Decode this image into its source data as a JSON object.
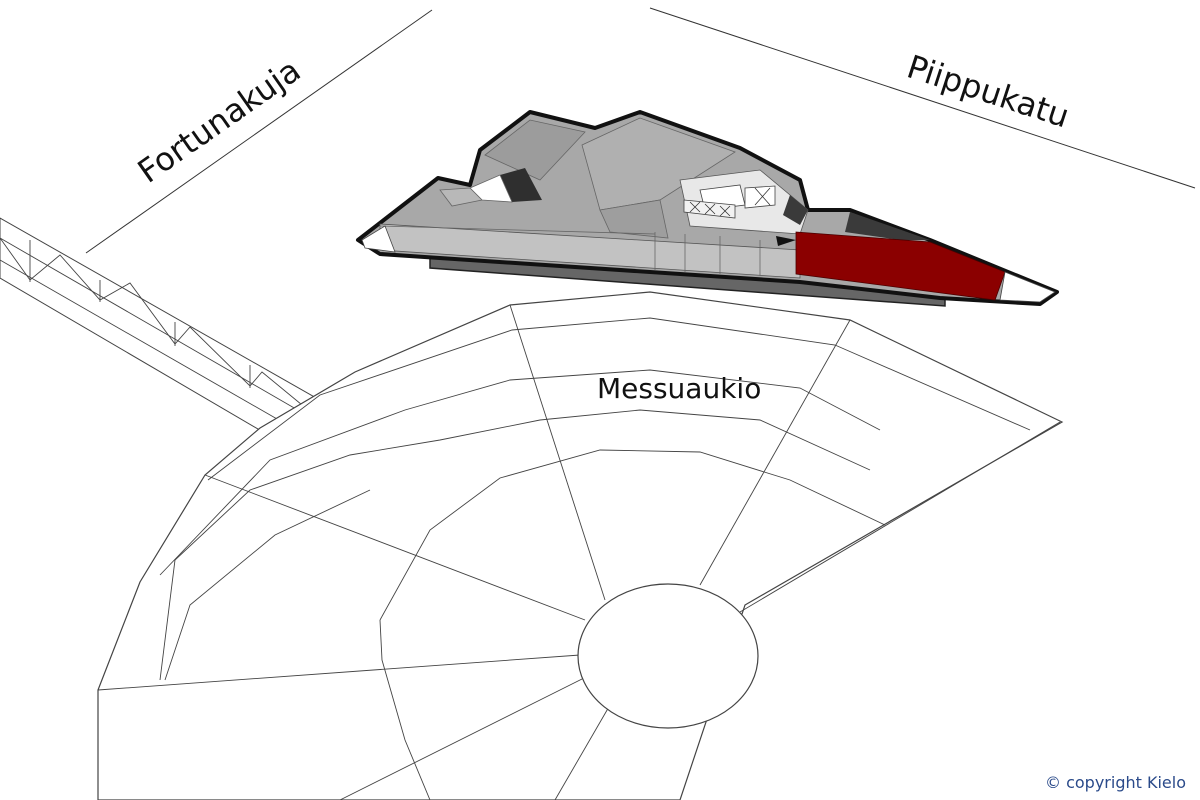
{
  "streets": {
    "fortunakuja": "Fortunakuja",
    "piippukatu": "Piippukatu"
  },
  "square": {
    "name": "Messuaukio"
  },
  "building": {
    "highlight_color": "#8b0000"
  },
  "copyright": "© copyright Kielo"
}
